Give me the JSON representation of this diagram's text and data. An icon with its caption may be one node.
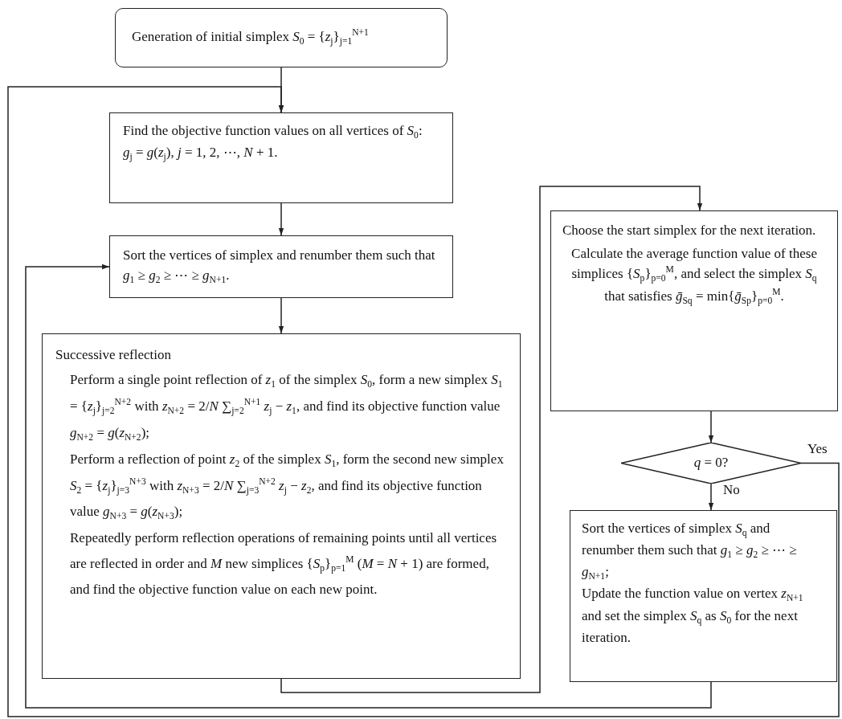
{
  "diagram": {
    "nodes": [
      {
        "text": [
          "Generation of initial simplex *S*$_{0}$ = {*z*$_{j}$}$_{j=1}$$^{N+1}$"
        ]
      },
      {
        "text": [
          "Find the objective function values on all vertices of *S*$_{0}$:",
          "*g*$_{j}$ = *g*(*z*$_{j}$), *j* = 1, 2, ⋯, *N* + 1."
        ]
      },
      {
        "text": [
          "Sort the vertices of simplex and renumber them such that *g*$_{1}$ ≥ *g*$_{2}$ ≥ ⋯ ≥ *g*$_{N+1}$."
        ]
      },
      {
        "text": [
          "Successive reflection",
          "Perform a single point reflection of *z*$_{1}$ of the simplex *S*$_{0}$, form a new simplex *S*$_{1}$ = {*z*$_{j}$}$_{j=2}$$^{N+2}$ with *z*$_{N+2}$ = 2/*N* ∑$_{j=2}$$^{N+1}$ *z*$_{j}$ − *z*$_{1}$, and find its objective function value *g*$_{N+2}$ = *g*(*z*$_{N+2}$);",
          "Perform a reflection of point *z*$_{2}$ of the simplex *S*$_{1}$, form the second new simplex *S*$_{2}$ = {*z*$_{j}$}$_{j=3}$$^{N+3}$ with *z*$_{N+3}$ = 2/*N* ∑$_{j=3}$$^{N+2}$ *z*$_{j}$ − *z*$_{2}$, and find its objective function value *g*$_{N+3}$ = *g*(*z*$_{N+3}$);",
          "Repeatedly perform reflection operations of remaining points until all vertices are reflected in order and *M* new simplices {*S*$_{p}$}$_{p=1}$$^{M}$ (*M* = *N* + 1) are formed, and find the objective function value on each new point."
        ]
      },
      {
        "text": [
          "Choose the start simplex for the next iteration.",
          "Calculate the average function value of these simplices {*S*$_{p}$}$_{p=0}$$^{M}$, and select the simplex *S*$_{q}$ that satisfies *ḡ*$_{Sq}$ = min{*ḡ*$_{Sp}$}$_{p=0}$$^{M}$."
        ]
      },
      {
        "text": [
          "*q* = 0?"
        ]
      },
      {
        "text": [
          "Sort the vertices of simplex *S*$_{q}$ and renumber them such that *g*$_{1}$ ≥ *g*$_{2}$ ≥ ⋯ ≥ *g*$_{N+1}$;",
          "Update the function value on vertex *z*$_{N+1}$ and set the simplex *S*$_{q}$ as *S*$_{0}$ for the next iteration."
        ]
      }
    ],
    "edges": [
      {
        "from": 0,
        "to": 1,
        "arrow": "to"
      },
      {
        "from": 1,
        "to": 2,
        "arrow": "to"
      },
      {
        "from": 2,
        "to": 3,
        "arrow": "to"
      },
      {
        "from": 3,
        "to": 4,
        "arrow": "to"
      },
      {
        "from": 4,
        "to": 5,
        "arrow": "to"
      },
      {
        "from": 5,
        "to": 6,
        "arrow": "to",
        "label": "No"
      },
      {
        "from": 5,
        "to": 1,
        "arrow": "to",
        "label": "Yes"
      },
      {
        "from": 6,
        "to": 2,
        "arrow": "to"
      }
    ]
  }
}
